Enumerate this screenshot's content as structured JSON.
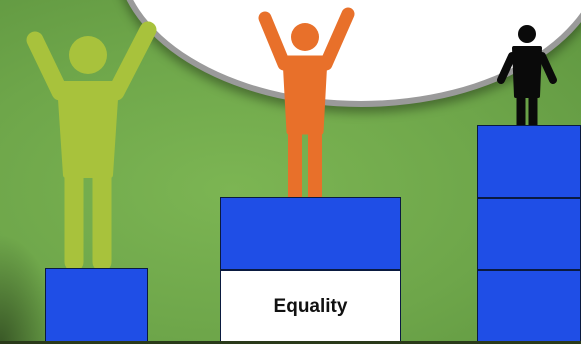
{
  "caption": {
    "label": "Equality"
  },
  "figures": [
    {
      "name": "tall-person",
      "color": "#a8c23c"
    },
    {
      "name": "medium-person",
      "color": "#e8702a"
    },
    {
      "name": "short-person",
      "color": "#0a0a0a"
    }
  ],
  "colors": {
    "background": "#6fa84a",
    "box": "#1f4ee6",
    "label_background": "#ffffff"
  }
}
